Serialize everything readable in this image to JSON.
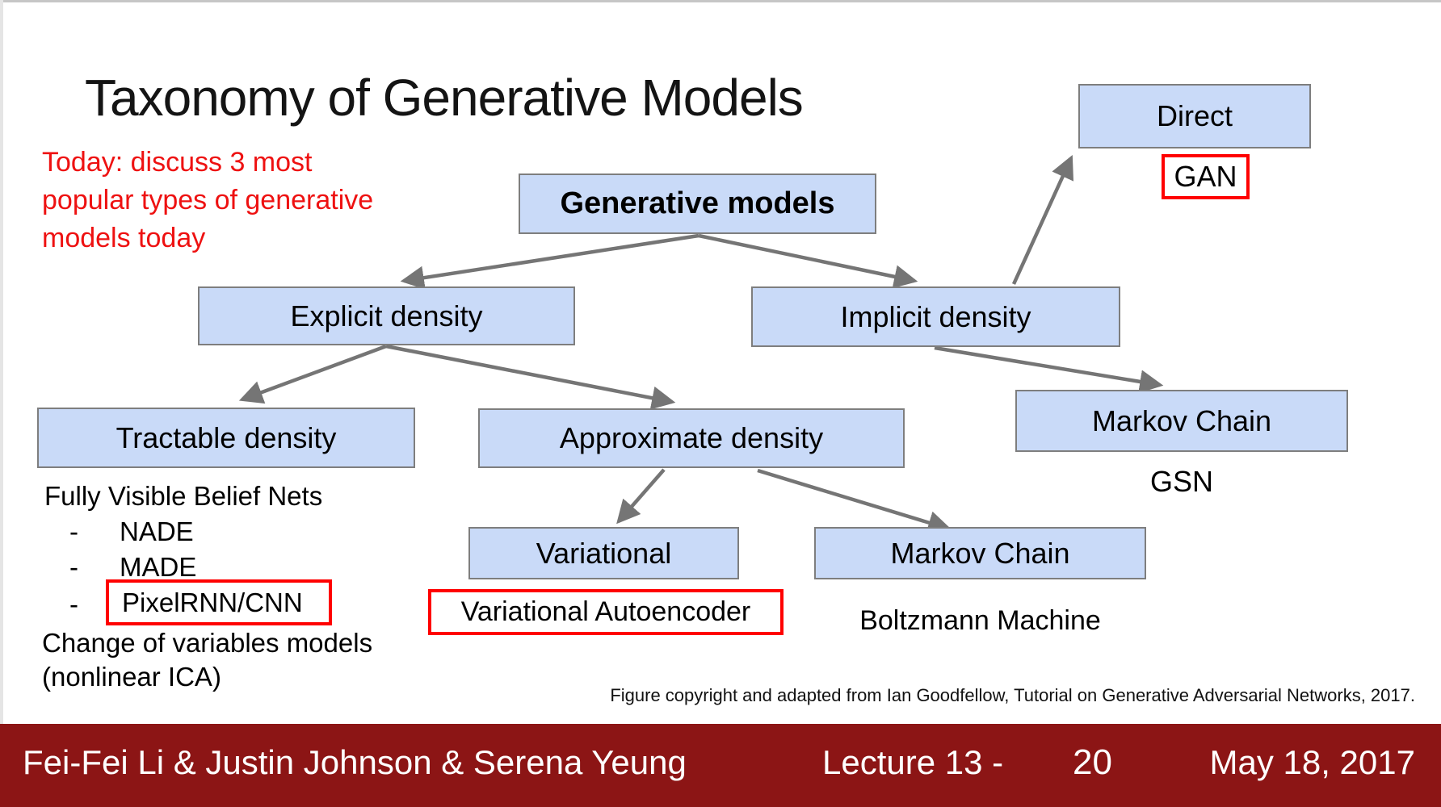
{
  "title": "Taxonomy of Generative Models",
  "annotation": {
    "line1": "Today: discuss 3 most",
    "line2": "popular types of generative",
    "line3": "models today"
  },
  "tree": {
    "generative": {
      "label": "Generative models"
    },
    "explicit": {
      "label": "Explicit density"
    },
    "implicit": {
      "label": "Implicit density"
    },
    "tractable": {
      "label": "Tractable density"
    },
    "approximate": {
      "label": "Approximate density"
    },
    "markov_chain_top": {
      "label": "Markov Chain",
      "sublabel": "GSN"
    },
    "direct": {
      "label": "Direct",
      "sublabel": "GAN"
    },
    "variational": {
      "label": "Variational",
      "sublabel": "Variational Autoencoder"
    },
    "markov_chain_bottom": {
      "label": "Markov Chain",
      "sublabel": "Boltzmann Machine"
    }
  },
  "tractable_list": {
    "heading": "Fully Visible Belief Nets",
    "bullet": "-",
    "item1": "NADE",
    "item2": "MADE",
    "item3": "PixelRNN/CNN",
    "footnote_line1": "Change of variables models",
    "footnote_line2": "(nonlinear ICA)"
  },
  "copyright": "Figure copyright and adapted from Ian Goodfellow, Tutorial on Generative Adversarial Networks, 2017.",
  "footer": {
    "authors": "Fei-Fei Li & Justin Johnson & Serena Yeung",
    "lecture": "Lecture 13 -",
    "slide_number": "20",
    "date": "May 18, 2017"
  },
  "colors": {
    "node_fill": "#c9daf8",
    "node_border": "#7e7e7e",
    "arrow": "#757575",
    "highlight_red": "#ff0000",
    "annotation_red": "#ee1111",
    "footer_bar": "#8C1515"
  }
}
